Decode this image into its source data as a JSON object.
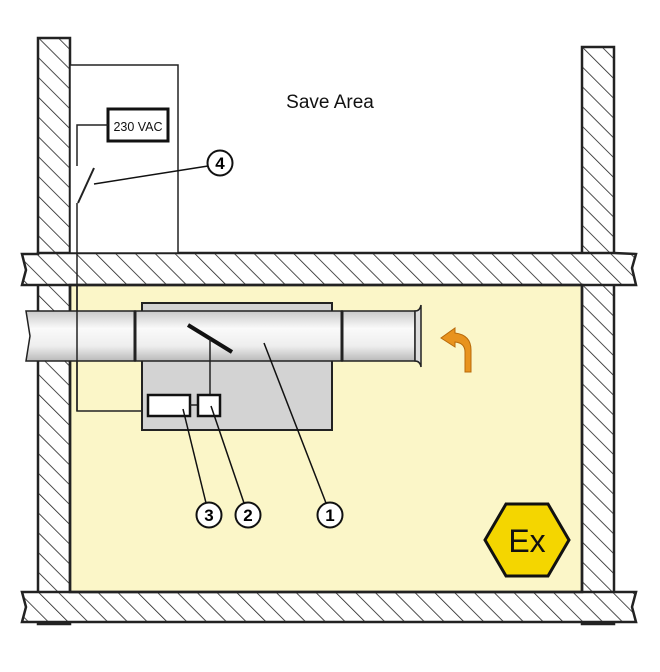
{
  "safe_area_label": "Save Area",
  "power_label": "230 VAC",
  "callouts": [
    "1",
    "2",
    "3",
    "4"
  ],
  "ex_symbol": "Ex",
  "colors": {
    "hazard_zone": "#fbf6c8",
    "ex_sign": "#f4d600",
    "arrow": "#e8931e",
    "housing": "#d3d3d3"
  }
}
